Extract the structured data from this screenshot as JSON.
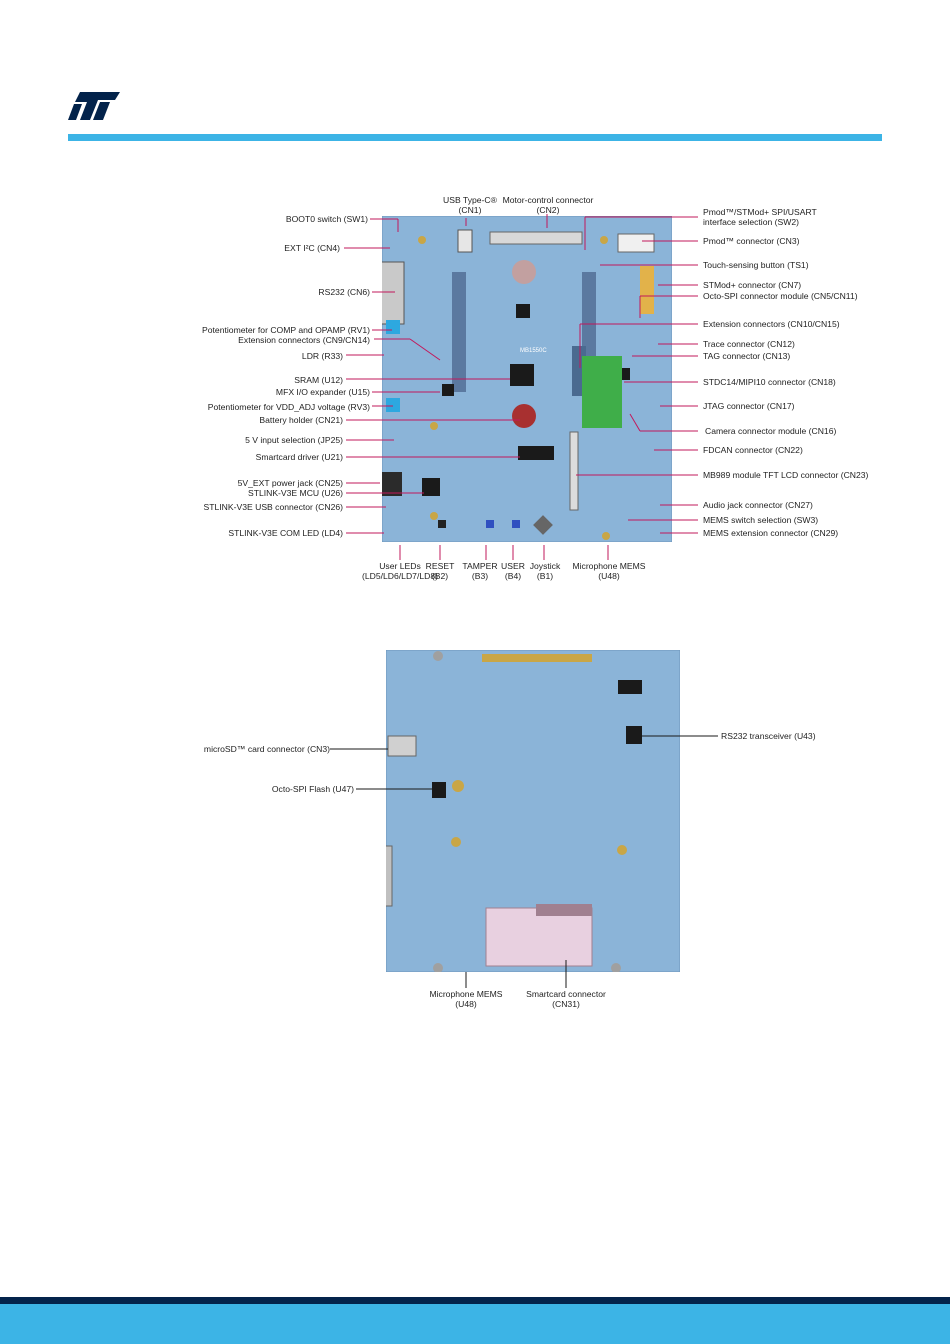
{
  "logo_icon": "st-logo-icon",
  "colors": {
    "accent": "#3cb4e6",
    "footer_dark": "#03234b",
    "callout": "#c2185b",
    "pcb": "#8bb4d8"
  },
  "top_labels": {
    "usb_c_1": "USB Type-C®",
    "usb_c_2": "(CN1)",
    "motor_1": "Motor-control connector",
    "motor_2": "(CN2)"
  },
  "left_labels": [
    "BOOT0 switch (SW1)",
    "EXT I²C (CN4)",
    "RS232 (CN6)",
    "Potentiometer for COMP and OPAMP (RV1)",
    "Extension connectors (CN9/CN14)",
    "LDR (R33)",
    "SRAM (U12)",
    "MFX I/O expander (U15)",
    "Potentiometer for VDD_ADJ voltage (RV3)",
    "Battery holder (CN21)",
    "5 V input selection (JP25)",
    "Smartcard driver (U21)",
    "5V_EXT power jack (CN25)",
    "STLINK-V3E MCU (U26)",
    "STLINK-V3E USB connector (CN26)",
    "STLINK-V3E COM LED (LD4)"
  ],
  "right_labels": [
    "Pmod™/STMod+ SPI/USART",
    "interface selection (SW2)",
    "Pmod™ connector (CN3)",
    "Touch-sensing button (TS1)",
    "STMod+ connector (CN7)",
    "Octo-SPI connector module (CN5/CN11)",
    "Extension connectors (CN10/CN15)",
    "Trace connector (CN12)",
    "TAG connector (CN13)",
    "STDC14/MIPI10 connector (CN18)",
    "JTAG connector (CN17)",
    "Camera connector module (CN16)",
    "FDCAN connector (CN22)",
    "MB989 module TFT LCD connector (CN23)",
    "Audio jack connector (CN27)",
    "MEMS switch selection (SW3)",
    "MEMS extension connector (CN29)"
  ],
  "bottom_labels": {
    "leds_1": "User LEDs",
    "leds_2": "(LD5/LD6/LD7/LD8)",
    "reset_1": "RESET",
    "reset_2": "(B2)",
    "tamper_1": "TAMPER",
    "tamper_2": "(B3)",
    "user_1": "USER",
    "user_2": "(B4)",
    "joy_1": "Joystick",
    "joy_2": "(B1)",
    "mems_1": "Microphone MEMS",
    "mems_2": "(U48)"
  },
  "board_text": {
    "part": "MB1550C"
  },
  "back_labels": {
    "microsd": "microSD™ card connector (CN3)",
    "octo_flash": "Octo-SPI Flash (U47)",
    "rs232_trx": "RS232 transceiver (U43)",
    "mems_1": "Microphone MEMS",
    "mems_2": "(U48)",
    "smart_1": "Smartcard connector",
    "smart_2": "(CN31)"
  }
}
